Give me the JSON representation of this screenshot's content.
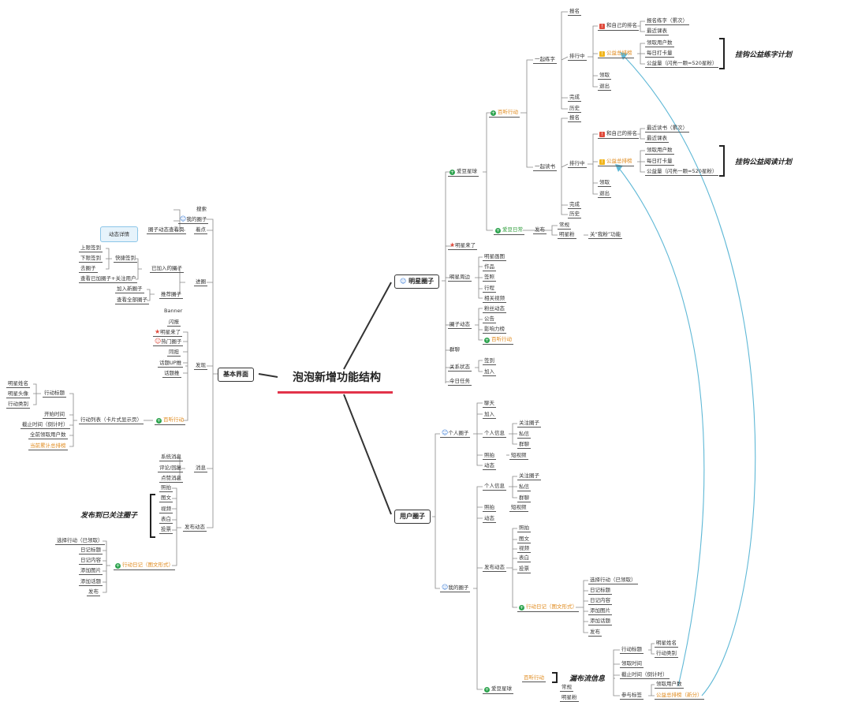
{
  "title": "泡泡新增功能结构",
  "main_branches": {
    "star": "明星圈子",
    "user": "用户圈子",
    "basic": "基本界面"
  },
  "star": {
    "charity": "百听行动",
    "practice_together": "一起练字",
    "read_together": "一起读书",
    "sign": "报名",
    "ranking": "排行中",
    "personal_rank": "和自己的排名",
    "star_rank": "公益总排榜",
    "personal_items": [
      "报名练字（累次）",
      "最近课表"
    ],
    "star_items": [
      "领取用户数",
      "每日打卡量",
      "公益量（闪亮一颗=520星粉）"
    ],
    "get": "领取",
    "exit": "退出",
    "done": "完成",
    "history": "历史",
    "read_personal_items": [
      "最近读书（累次）",
      "最近课表"
    ],
    "star_circle": "爱豆星球",
    "love_day": "爱豆日常",
    "publish": "发布",
    "normal": "常规",
    "star_pic": "明星粉",
    "follow_fn": "关“我粉”功能",
    "star_came": "明星来了",
    "star_moments": "明星周边",
    "moments_items": [
      "明星画图",
      "作品",
      "签照",
      "行程",
      "相关视频"
    ],
    "circle_dynamic": "圈子动态",
    "dynamic_items": [
      "粉丝动态",
      "公告",
      "影响力榜",
      "百听行动"
    ],
    "group_chat": "群聊",
    "relation": "关系状态",
    "relation_items": [
      "签到",
      "加入"
    ],
    "today_task": "今日任务"
  },
  "callouts": {
    "practice": "挂钩公益练字计划",
    "read": "挂钩公益阅读计划",
    "publish_followed": "发布到已关注圈子",
    "flow_info": "漏布流信息"
  },
  "user": {
    "personal_circle": "个人圈子",
    "personal_items": [
      "聊天",
      "加入"
    ],
    "personal_info": "个人信息",
    "info_items": [
      "关注圈子",
      "私信",
      "群聊"
    ],
    "my_circle": "我的圈子",
    "photo": "照拍",
    "short_video": "短视频",
    "dynamic": "动态",
    "publish_dynamic": "发布动态",
    "publish_items": [
      "照拍",
      "图文",
      "视频",
      "表白",
      "投票"
    ],
    "action_diary": "行动日记（图文形式）",
    "diary_items": [
      "选择行动（已领取）",
      "日记标题",
      "日记内容",
      "添加图片",
      "添加话题",
      "发布"
    ],
    "circle_star": "爱豆星球",
    "charity_action": "百听行动",
    "normal": "常规",
    "star_pic": "明星粉",
    "action_title": "行动标题",
    "action_name": "明星姓名",
    "action_type": "行动类别",
    "join_time": "领取时间",
    "end_time": "截止时间（倒计时）",
    "participate": "参与标签",
    "receive_users": "领取用户数",
    "charity_rank": "公益总排榜（新分）"
  },
  "basic": {
    "search": "搜索",
    "my_circle": "我的圈子",
    "dynamic_detail": "动态详情",
    "circle_dynamic_more": "圈子动态查看页",
    "focus": "着点",
    "quick_category": "快捷签到",
    "quick_items": [
      "上限签到",
      "下限签到",
      "去圈子"
    ],
    "joined": "已加入的圈子",
    "joined_extra": "查看已加圈子+关注用户",
    "recommend": "推荐圈子",
    "recommend_items": [
      "加入新圈子",
      "查看全部圈子"
    ],
    "enter": "进圈",
    "banner": "Banner",
    "find_items": [
      "闪报",
      "明星来了",
      "热门圈子",
      "同担",
      "话题UP推",
      "话题推"
    ],
    "discover": "发现",
    "action_items_left": [
      "明星姓名",
      "明星头像",
      "行动类别"
    ],
    "action_title": "行动标题",
    "start_time": "开始时间",
    "end_time": "截止时间（倒计时）",
    "receive_users": "全前领取用户数",
    "charity_rank": "当前累计总排榜",
    "action_list": "行动列表（卡片式显示页）",
    "charity_action": "百听行动",
    "messages": [
      "系统消息",
      "评论/回复",
      "点赞消息"
    ],
    "message": "消息",
    "publish_items": [
      "照拍",
      "图文",
      "视频",
      "表白",
      "投票"
    ],
    "publish_dynamic": "发布动态",
    "diary_items": [
      "选择行动（已领取）",
      "日记标题",
      "日记内容",
      "添加图片",
      "添加话题",
      "发布"
    ],
    "action_diary": "行动日记（图文形式）"
  },
  "colors": {
    "accent_red": "#e2334a",
    "link_blue": "#5fb8d6",
    "highlight": "#e08a1c",
    "green": "#2e9d3a"
  }
}
